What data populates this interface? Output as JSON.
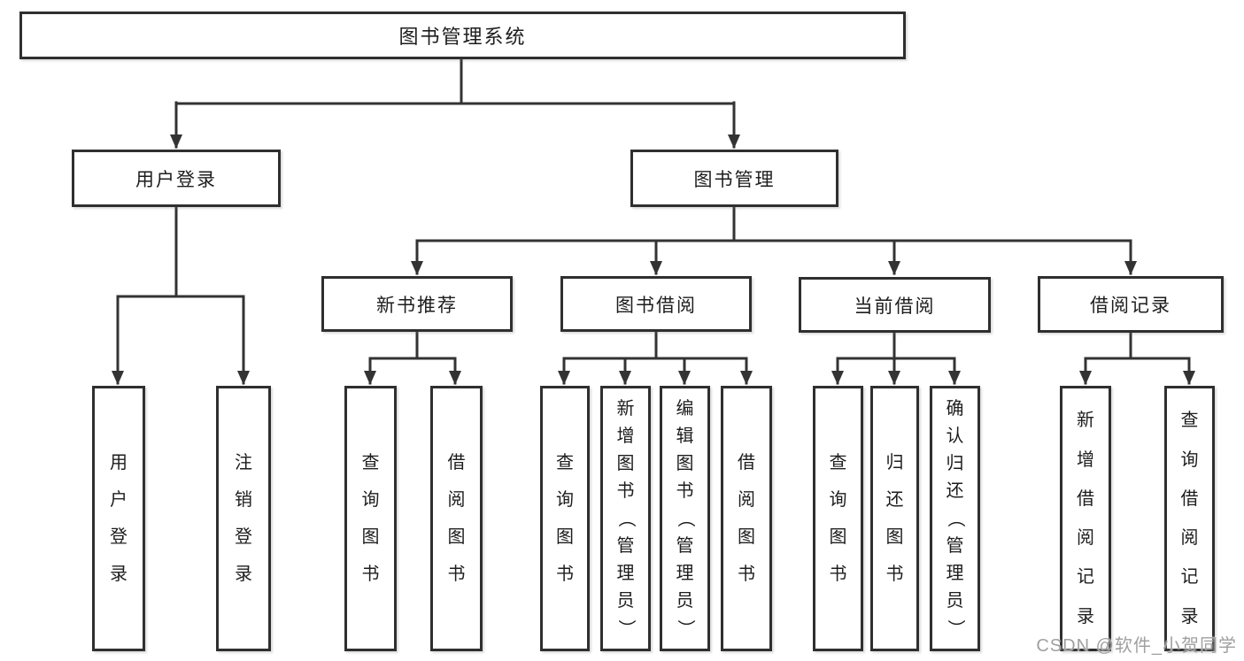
{
  "diagram": {
    "watermark": "CSDN @软件_小贺同学",
    "colors": {
      "background": "#ffffff",
      "box_border": "#2f2f2f",
      "connector_line": "#333333",
      "text": "#1d1d1d",
      "watermark_text": "#a0a0a0"
    },
    "tree": {
      "label": "图书管理系统",
      "children": [
        {
          "label": "用户登录",
          "children": [
            {
              "label": "用户登录"
            },
            {
              "label": "注销登录"
            }
          ]
        },
        {
          "label": "图书管理",
          "children": [
            {
              "label": "新书推荐",
              "children": [
                {
                  "label": "查询图书"
                },
                {
                  "label": "借阅图书"
                }
              ]
            },
            {
              "label": "图书借阅",
              "children": [
                {
                  "label": "查询图书"
                },
                {
                  "label": "新增图书（管理员）"
                },
                {
                  "label": "编辑图书（管理员）"
                },
                {
                  "label": "借阅图书"
                }
              ]
            },
            {
              "label": "当前借阅",
              "children": [
                {
                  "label": "查询图书"
                },
                {
                  "label": "归还图书"
                },
                {
                  "label": "确认归还（管理员）"
                }
              ]
            },
            {
              "label": "借阅记录",
              "children": [
                {
                  "label": "新增借阅记录"
                },
                {
                  "label": "查询借阅记录"
                }
              ]
            }
          ]
        }
      ]
    }
  }
}
